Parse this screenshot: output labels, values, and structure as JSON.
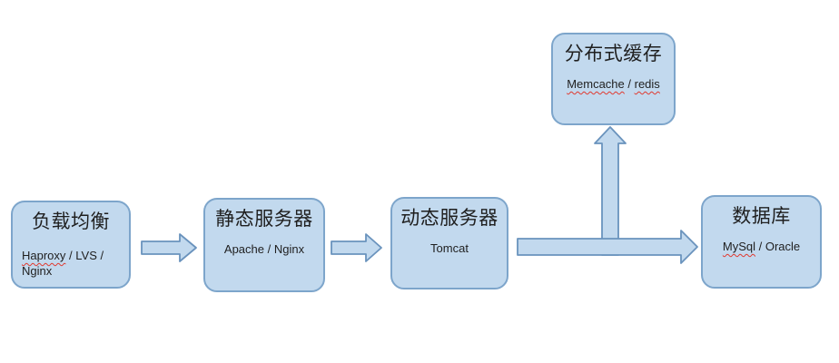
{
  "diagram": {
    "description": "Web architecture flow diagram",
    "background": "#ffffff"
  },
  "style": {
    "node_fill": "#c2d9ee",
    "node_border": "#7da5cb",
    "arrow_fill": "#c2d9ee",
    "arrow_border": "#6a93bd",
    "squiggle_color": "#e0392f",
    "text_color": "#1f1f1f"
  },
  "nodes": [
    {
      "id": "load-balancer",
      "title": "负载均衡",
      "sub": [
        {
          "text": "Haproxy",
          "misspelled": true
        },
        {
          "text": " / LVS /"
        },
        {
          "text": "Nginx"
        }
      ]
    },
    {
      "id": "static-server",
      "title": "静态服务器",
      "sub": [
        {
          "text": "Apache / Nginx"
        }
      ]
    },
    {
      "id": "dynamic-server",
      "title": "动态服务器",
      "sub": [
        {
          "text": "Tomcat"
        }
      ]
    },
    {
      "id": "distributed-cache",
      "title": "分布式缓存",
      "sub": [
        {
          "text": "Memcache",
          "misspelled": true
        },
        {
          "text": " / "
        },
        {
          "text": "redis",
          "misspelled": true
        }
      ]
    },
    {
      "id": "database",
      "title": "数据库",
      "sub": [
        {
          "text": "MySql",
          "misspelled": true
        },
        {
          "text": " / Oracle"
        }
      ]
    }
  ],
  "edges": [
    {
      "from": "load-balancer",
      "to": "static-server"
    },
    {
      "from": "static-server",
      "to": "dynamic-server"
    },
    {
      "from": "dynamic-server",
      "to": "database"
    },
    {
      "from": "dynamic-server",
      "to": "distributed-cache"
    }
  ]
}
